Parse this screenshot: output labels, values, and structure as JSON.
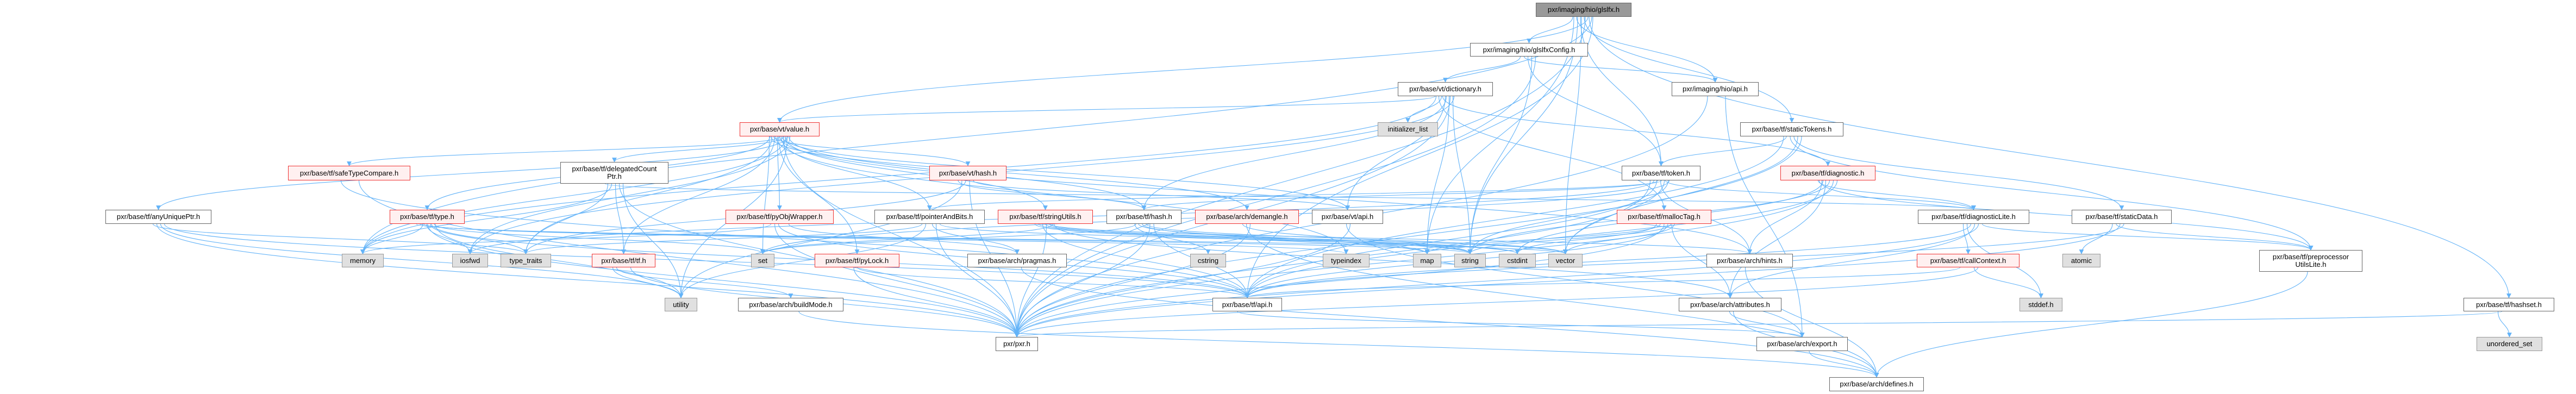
{
  "graph": {
    "title": "pxr/imaging/hio/glslfx.h",
    "edge_color": "#63b3f8",
    "nodes": [
      {
        "id": "glslfx",
        "label": "pxr/imaging/hio/glslfx.h",
        "kind": "focus"
      },
      {
        "id": "glslfxConfig",
        "label": "pxr/imaging/hio/glslfxConfig.h",
        "kind": "white"
      },
      {
        "id": "hio_api",
        "label": "pxr/imaging/hio/api.h",
        "kind": "white"
      },
      {
        "id": "dictionary",
        "label": "pxr/base/vt/dictionary.h",
        "kind": "white"
      },
      {
        "id": "initializer_list",
        "label": "initializer_list",
        "kind": "gray"
      },
      {
        "id": "staticTokens",
        "label": "pxr/base/tf/staticTokens.h",
        "kind": "white"
      },
      {
        "id": "value",
        "label": "pxr/base/vt/value.h",
        "kind": "red"
      },
      {
        "id": "safeTypeCompare",
        "label": "pxr/base/tf/safeTypeCompare.h",
        "kind": "red"
      },
      {
        "id": "delegatedCountPtr",
        "label": "pxr/base/tf/delegatedCount\nPtr.h",
        "kind": "white"
      },
      {
        "id": "vt_hash",
        "label": "pxr/base/vt/hash.h",
        "kind": "red"
      },
      {
        "id": "token",
        "label": "pxr/base/tf/token.h",
        "kind": "white"
      },
      {
        "id": "diagnostic",
        "label": "pxr/base/tf/diagnostic.h",
        "kind": "red"
      },
      {
        "id": "anyUniquePtr",
        "label": "pxr/base/tf/anyUniquePtr.h",
        "kind": "white"
      },
      {
        "id": "type",
        "label": "pxr/base/tf/type.h",
        "kind": "red"
      },
      {
        "id": "pyObjWrapper",
        "label": "pxr/base/tf/pyObjWrapper.h",
        "kind": "red"
      },
      {
        "id": "pointerAndBits",
        "label": "pxr/base/tf/pointerAndBits.h",
        "kind": "white"
      },
      {
        "id": "stringUtils",
        "label": "pxr/base/tf/stringUtils.h",
        "kind": "red"
      },
      {
        "id": "tf_hash",
        "label": "pxr/base/tf/hash.h",
        "kind": "white"
      },
      {
        "id": "demangle",
        "label": "pxr/base/arch/demangle.h",
        "kind": "red"
      },
      {
        "id": "vt_api",
        "label": "pxr/base/vt/api.h",
        "kind": "white"
      },
      {
        "id": "mallocTag",
        "label": "pxr/base/tf/mallocTag.h",
        "kind": "red"
      },
      {
        "id": "diagnosticLite",
        "label": "pxr/base/tf/diagnosticLite.h",
        "kind": "white"
      },
      {
        "id": "staticData",
        "label": "pxr/base/tf/staticData.h",
        "kind": "white"
      },
      {
        "id": "memory",
        "label": "memory",
        "kind": "gray"
      },
      {
        "id": "iosfwd",
        "label": "iosfwd",
        "kind": "gray"
      },
      {
        "id": "type_traits",
        "label": "type_traits",
        "kind": "gray"
      },
      {
        "id": "tf",
        "label": "pxr/base/tf/tf.h",
        "kind": "red"
      },
      {
        "id": "set",
        "label": "set",
        "kind": "gray"
      },
      {
        "id": "pyLock",
        "label": "pxr/base/tf/pyLock.h",
        "kind": "red"
      },
      {
        "id": "pragmas",
        "label": "pxr/base/arch/pragmas.h",
        "kind": "white"
      },
      {
        "id": "cstring",
        "label": "cstring",
        "kind": "gray"
      },
      {
        "id": "typeindex",
        "label": "typeindex",
        "kind": "gray"
      },
      {
        "id": "map",
        "label": "map",
        "kind": "gray"
      },
      {
        "id": "string",
        "label": "string",
        "kind": "gray"
      },
      {
        "id": "cstdint",
        "label": "cstdint",
        "kind": "gray"
      },
      {
        "id": "vector",
        "label": "vector",
        "kind": "gray"
      },
      {
        "id": "hints",
        "label": "pxr/base/arch/hints.h",
        "kind": "white"
      },
      {
        "id": "callContext",
        "label": "pxr/base/tf/callContext.h",
        "kind": "red"
      },
      {
        "id": "atomic",
        "label": "atomic",
        "kind": "gray"
      },
      {
        "id": "preprocessorUtilsLite",
        "label": "pxr/base/tf/preprocessor\nUtilsLite.h",
        "kind": "white"
      },
      {
        "id": "utility",
        "label": "utility",
        "kind": "gray"
      },
      {
        "id": "buildMode",
        "label": "pxr/base/arch/buildMode.h",
        "kind": "white"
      },
      {
        "id": "tf_api",
        "label": "pxr/base/tf/api.h",
        "kind": "white"
      },
      {
        "id": "attributes",
        "label": "pxr/base/arch/attributes.h",
        "kind": "white"
      },
      {
        "id": "stddef",
        "label": "stddef.h",
        "kind": "gray"
      },
      {
        "id": "hashset",
        "label": "pxr/base/tf/hashset.h",
        "kind": "white"
      },
      {
        "id": "pxr",
        "label": "pxr/pxr.h",
        "kind": "white"
      },
      {
        "id": "export",
        "label": "pxr/base/arch/export.h",
        "kind": "white"
      },
      {
        "id": "unordered_set",
        "label": "unordered_set",
        "kind": "gray"
      },
      {
        "id": "defines",
        "label": "pxr/base/arch/defines.h",
        "kind": "white"
      }
    ],
    "edges": [
      [
        "glslfx",
        "glslfxConfig"
      ],
      [
        "glslfx",
        "hio_api"
      ],
      [
        "glslfx",
        "token"
      ],
      [
        "glslfx",
        "staticTokens"
      ],
      [
        "glslfx",
        "value"
      ],
      [
        "glslfx",
        "memory"
      ],
      [
        "glslfx",
        "map"
      ],
      [
        "glslfx",
        "string"
      ],
      [
        "glslfx",
        "vector"
      ],
      [
        "glslfx",
        "pxr"
      ],
      [
        "glslfx",
        "hashset"
      ],
      [
        "glslfx",
        "tf_api"
      ],
      [
        "glslfxConfig",
        "dictionary"
      ],
      [
        "glslfxConfig",
        "hio_api"
      ],
      [
        "glslfxConfig",
        "token"
      ],
      [
        "glslfxConfig",
        "string"
      ],
      [
        "glslfxConfig",
        "pxr"
      ],
      [
        "hio_api",
        "export"
      ],
      [
        "hio_api",
        "pxr"
      ],
      [
        "dictionary",
        "initializer_list"
      ],
      [
        "dictionary",
        "vt_api"
      ],
      [
        "dictionary",
        "map"
      ],
      [
        "dictionary",
        "string"
      ],
      [
        "dictionary",
        "value"
      ],
      [
        "dictionary",
        "mallocTag"
      ],
      [
        "dictionary",
        "diagnostic"
      ],
      [
        "dictionary",
        "tf_hash"
      ],
      [
        "dictionary",
        "pxr"
      ],
      [
        "dictionary",
        "iosfwd"
      ],
      [
        "dictionary",
        "memory"
      ],
      [
        "staticTokens",
        "token"
      ],
      [
        "staticTokens",
        "preprocessorUtilsLite"
      ],
      [
        "staticTokens",
        "staticData"
      ],
      [
        "staticTokens",
        "vector"
      ],
      [
        "staticTokens",
        "pxr"
      ],
      [
        "staticTokens",
        "tf_api"
      ],
      [
        "token",
        "tf_api"
      ],
      [
        "token",
        "hints"
      ],
      [
        "token",
        "pxr"
      ],
      [
        "token",
        "string"
      ],
      [
        "token",
        "vector"
      ],
      [
        "token",
        "iosfwd"
      ],
      [
        "token",
        "tf_hash"
      ],
      [
        "token",
        "pointerAndBits"
      ],
      [
        "token",
        "diagnosticLite"
      ],
      [
        "token",
        "set"
      ],
      [
        "diagnostic",
        "diagnosticLite"
      ],
      [
        "diagnostic",
        "hints"
      ],
      [
        "diagnostic",
        "attributes"
      ],
      [
        "diagnostic",
        "string"
      ],
      [
        "diagnostic",
        "pxr"
      ],
      [
        "diagnostic",
        "tf_api"
      ],
      [
        "diagnostic",
        "preprocessorUtilsLite"
      ],
      [
        "diagnostic",
        "cstdint"
      ],
      [
        "vt_api",
        "export"
      ],
      [
        "vt_api",
        "pxr"
      ],
      [
        "mallocTag",
        "string"
      ],
      [
        "mallocTag",
        "vector"
      ],
      [
        "mallocTag",
        "cstdint"
      ],
      [
        "mallocTag",
        "map"
      ],
      [
        "mallocTag",
        "pxr"
      ],
      [
        "mallocTag",
        "tf_api"
      ],
      [
        "mallocTag",
        "attributes"
      ],
      [
        "diagnosticLite",
        "callContext"
      ],
      [
        "diagnosticLite",
        "stddef"
      ],
      [
        "diagnosticLite",
        "tf_api"
      ],
      [
        "diagnosticLite",
        "attributes"
      ],
      [
        "diagnosticLite",
        "pxr"
      ],
      [
        "diagnosticLite",
        "preprocessorUtilsLite"
      ],
      [
        "staticData",
        "atomic"
      ],
      [
        "staticData",
        "preprocessorUtilsLite"
      ],
      [
        "staticData",
        "pxr"
      ],
      [
        "staticData",
        "tf_api"
      ],
      [
        "callContext",
        "stddef"
      ],
      [
        "callContext",
        "pxr"
      ],
      [
        "callContext",
        "tf_api"
      ],
      [
        "hints",
        "defines"
      ],
      [
        "attributes",
        "export"
      ],
      [
        "attributes",
        "defines"
      ],
      [
        "export",
        "defines"
      ],
      [
        "hashset",
        "unordered_set"
      ],
      [
        "hashset",
        "pxr"
      ],
      [
        "preprocessorUtilsLite",
        "defines"
      ],
      [
        "value",
        "safeTypeCompare"
      ],
      [
        "value",
        "delegatedCountPtr"
      ],
      [
        "value",
        "anyUniquePtr"
      ],
      [
        "value",
        "type"
      ],
      [
        "value",
        "vt_hash"
      ],
      [
        "value",
        "pyObjWrapper"
      ],
      [
        "value",
        "pointerAndBits"
      ],
      [
        "value",
        "stringUtils"
      ],
      [
        "value",
        "tf_hash"
      ],
      [
        "value",
        "demangle"
      ],
      [
        "value",
        "tf"
      ],
      [
        "value",
        "pyLock"
      ],
      [
        "value",
        "vt_api"
      ],
      [
        "value",
        "memory"
      ],
      [
        "value",
        "iosfwd"
      ],
      [
        "value",
        "type_traits"
      ],
      [
        "value",
        "typeindex"
      ],
      [
        "value",
        "hints"
      ],
      [
        "value",
        "pxr"
      ],
      [
        "value",
        "utility"
      ],
      [
        "value",
        "set"
      ],
      [
        "delegatedCountPtr",
        "type_traits"
      ],
      [
        "delegatedCountPtr",
        "memory"
      ],
      [
        "delegatedCountPtr",
        "tf"
      ],
      [
        "delegatedCountPtr",
        "pxr"
      ],
      [
        "delegatedCountPtr",
        "utility"
      ],
      [
        "delegatedCountPtr",
        "diagnosticLite"
      ],
      [
        "anyUniquePtr",
        "type_traits"
      ],
      [
        "anyUniquePtr",
        "pxr"
      ],
      [
        "anyUniquePtr",
        "utility"
      ],
      [
        "anyUniquePtr",
        "tf_api"
      ],
      [
        "safeTypeCompare",
        "pxr"
      ],
      [
        "safeTypeCompare",
        "tf_api"
      ],
      [
        "type",
        "memory"
      ],
      [
        "type",
        "iosfwd"
      ],
      [
        "type",
        "type_traits"
      ],
      [
        "type",
        "set"
      ],
      [
        "type",
        "vector"
      ],
      [
        "type",
        "string"
      ],
      [
        "type",
        "typeindex"
      ],
      [
        "type",
        "pxr"
      ],
      [
        "type",
        "tf_api"
      ],
      [
        "type",
        "utility"
      ],
      [
        "vt_hash",
        "tf_hash"
      ],
      [
        "vt_hash",
        "utility"
      ],
      [
        "vt_hash",
        "type_traits"
      ],
      [
        "vt_hash",
        "pxr"
      ],
      [
        "vt_hash",
        "vt_api"
      ],
      [
        "pyObjWrapper",
        "pragmas"
      ],
      [
        "pyObjWrapper",
        "memory"
      ],
      [
        "pyObjWrapper",
        "pxr"
      ],
      [
        "pyObjWrapper",
        "tf_api"
      ],
      [
        "pointerAndBits",
        "pragmas"
      ],
      [
        "pointerAndBits",
        "pxr"
      ],
      [
        "pointerAndBits",
        "cstdint"
      ],
      [
        "pointerAndBits",
        "type_traits"
      ],
      [
        "pointerAndBits",
        "utility"
      ],
      [
        "stringUtils",
        "string"
      ],
      [
        "stringUtils",
        "vector"
      ],
      [
        "stringUtils",
        "set"
      ],
      [
        "stringUtils",
        "map"
      ],
      [
        "stringUtils",
        "cstdint"
      ],
      [
        "stringUtils",
        "tf_api"
      ],
      [
        "stringUtils",
        "pxr"
      ],
      [
        "stringUtils",
        "hints"
      ],
      [
        "stringUtils",
        "attributes"
      ],
      [
        "tf_hash",
        "cstring"
      ],
      [
        "tf_hash",
        "string"
      ],
      [
        "tf_hash",
        "map"
      ],
      [
        "tf_hash",
        "vector"
      ],
      [
        "tf_hash",
        "pxr"
      ],
      [
        "tf_hash",
        "tf_api"
      ],
      [
        "tf_hash",
        "set"
      ],
      [
        "demangle",
        "string"
      ],
      [
        "demangle",
        "defines"
      ],
      [
        "demangle",
        "pxr"
      ],
      [
        "tf",
        "pxr"
      ],
      [
        "tf",
        "utility"
      ],
      [
        "tf",
        "buildMode"
      ],
      [
        "pyLock",
        "pxr"
      ],
      [
        "pyLock",
        "tf_api"
      ],
      [
        "pragmas",
        "defines"
      ],
      [
        "buildMode",
        "defines"
      ],
      [
        "tf_api",
        "export"
      ]
    ]
  }
}
